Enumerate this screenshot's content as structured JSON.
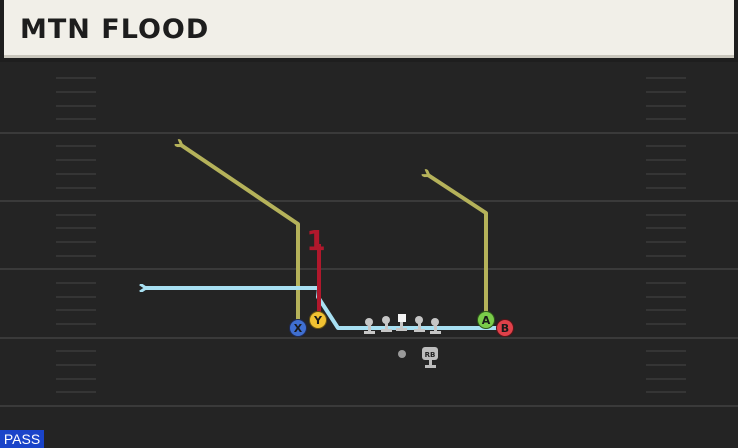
{
  "play": {
    "name": "MTN FLOOD",
    "mode": "PASS"
  },
  "receivers": {
    "x": "X",
    "y": "Y",
    "a": "A",
    "b": "B"
  },
  "backfield": {
    "rb": "RB"
  },
  "routes": {
    "y_route_number": "1"
  },
  "colors": {
    "title_bg": "#f1efe8",
    "field_bg": "#242424",
    "x_player": "#3f6fd1",
    "y_player": "#f1c232",
    "a_player": "#7acc4a",
    "b_player": "#e0414a",
    "route_olive": "#b5b25a",
    "route_blue": "#a8e0f2",
    "route_red": "#b0182c",
    "mode_badge": "#1a44c9"
  }
}
